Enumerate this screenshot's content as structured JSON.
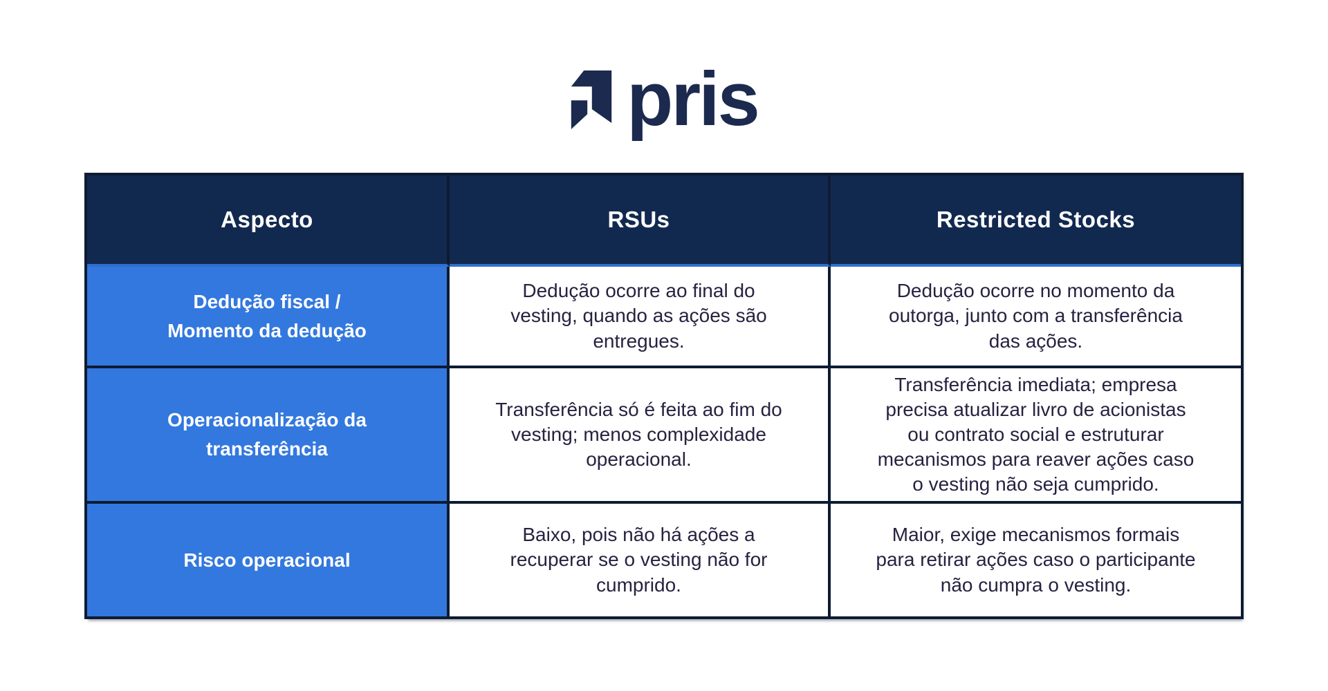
{
  "logo": {
    "text": "pris",
    "color": "#1b2a4e"
  },
  "colors": {
    "page_background": "#ffffff",
    "header_background": "#12294f",
    "aspect_background": "#3378de",
    "table_border": "#0d1b33",
    "header_underline": "#2f6fd0",
    "body_text": "#272240",
    "header_text": "#ffffff"
  },
  "table": {
    "headers": [
      "Aspecto",
      "RSUs",
      "Restricted Stocks"
    ],
    "rows": [
      {
        "aspect": "Dedução fiscal /\nMomento da dedução",
        "rsus": "Dedução ocorre ao final do\nvesting, quando as ações são\nentregues.",
        "restricted_stocks": "Dedução ocorre no momento da\noutorga, junto com a transferência\ndas ações."
      },
      {
        "aspect": "Operacionalização da\ntransferência",
        "rsus": "Transferência só é feita ao fim do\nvesting; menos complexidade\noperacional.",
        "restricted_stocks": "Transferência imediata; empresa\nprecisa atualizar livro de acionistas\nou contrato social e estruturar\nmecanismos para reaver ações caso\no vesting não seja cumprido."
      },
      {
        "aspect": "Risco operacional",
        "rsus": "Baixo, pois não há ações a\nrecuperar se o vesting não for\ncumprido.",
        "restricted_stocks": "Maior, exige mecanismos formais\npara retirar ações caso o participante\nnão cumpra o vesting."
      }
    ]
  }
}
